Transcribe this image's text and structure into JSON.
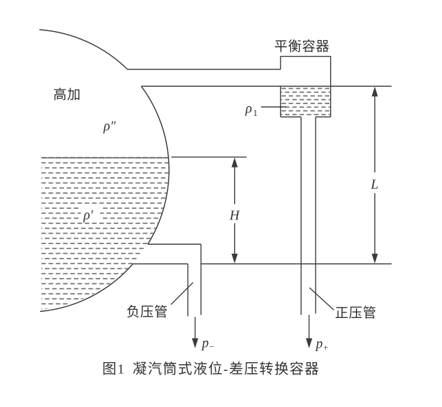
{
  "diagram": {
    "labels": {
      "heater": "高加",
      "rho_steam": "ρ″",
      "rho_liquid": "ρ′",
      "rho1_base": "ρ",
      "rho1_sub": "1",
      "balance_vessel": "平衡容器",
      "neg_pipe": "负压管",
      "pos_pipe": "正压管",
      "dim_h": "H",
      "dim_l": "L",
      "p_minus_base": "p",
      "p_minus_sub": "−",
      "p_plus_base": "p",
      "p_plus_sub": "+"
    },
    "caption": {
      "figure_no": "图1",
      "title": "凝汽筒式液位-差压转换容器"
    },
    "colors": {
      "line": "#3a3a3a",
      "hatch": "#6e6e6e",
      "text": "#2f2f2f",
      "background": "#ffffff"
    }
  }
}
